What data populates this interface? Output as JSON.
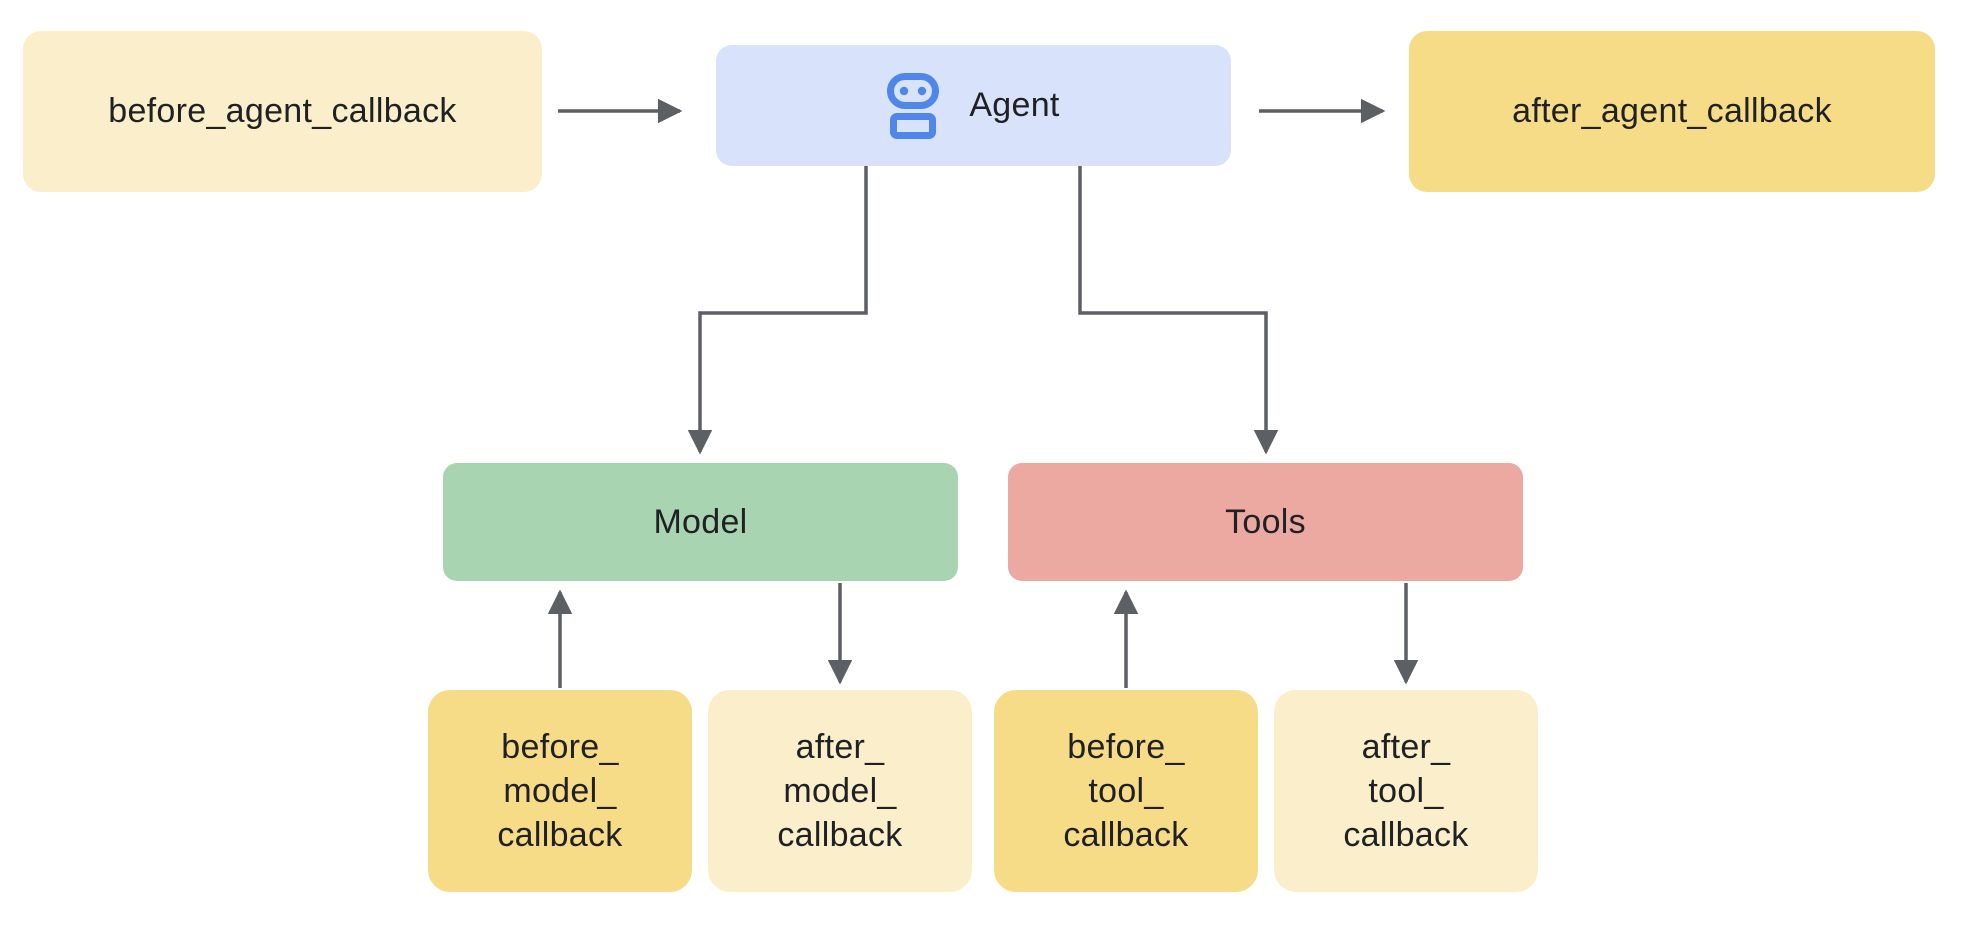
{
  "diagram": {
    "background": "#FFFFFF",
    "arrow_color": "#5C5F63",
    "text_color": "#202124",
    "nodes": {
      "before_agent_callback": {
        "label": "before_agent_callback",
        "bg": "#FAEFCA"
      },
      "agent": {
        "label": "Agent",
        "bg": "#D8E2FA",
        "icon": "robot-icon",
        "icon_color": "#4E86EC"
      },
      "after_agent_callback": {
        "label": "after_agent_callback",
        "bg": "#F7DC88"
      },
      "model": {
        "label": "Model",
        "bg": "#A9D4B2"
      },
      "tools": {
        "label": "Tools",
        "bg": "#EBA9A2"
      },
      "before_model_callback": {
        "lines": [
          "before_",
          "model_",
          "callback"
        ],
        "bg": "#F7DC88"
      },
      "after_model_callback": {
        "lines": [
          "after_",
          "model_",
          "callback"
        ],
        "bg": "#FAEFCA"
      },
      "before_tool_callback": {
        "lines": [
          "before_",
          "tool_",
          "callback"
        ],
        "bg": "#F7DC88"
      },
      "after_tool_callback": {
        "lines": [
          "after_",
          "tool_",
          "callback"
        ],
        "bg": "#FAEFCA"
      }
    },
    "edges": [
      {
        "from": "before_agent_callback",
        "to": "agent",
        "shape": "straight-right"
      },
      {
        "from": "agent",
        "to": "after_agent_callback",
        "shape": "straight-right"
      },
      {
        "from": "agent",
        "to": "model",
        "shape": "elbow-down"
      },
      {
        "from": "agent",
        "to": "tools",
        "shape": "elbow-down"
      },
      {
        "from": "before_model_callback",
        "to": "model",
        "shape": "straight-up"
      },
      {
        "from": "model",
        "to": "after_model_callback",
        "shape": "straight-down"
      },
      {
        "from": "before_tool_callback",
        "to": "tools",
        "shape": "straight-up"
      },
      {
        "from": "tools",
        "to": "after_tool_callback",
        "shape": "straight-down"
      }
    ]
  }
}
